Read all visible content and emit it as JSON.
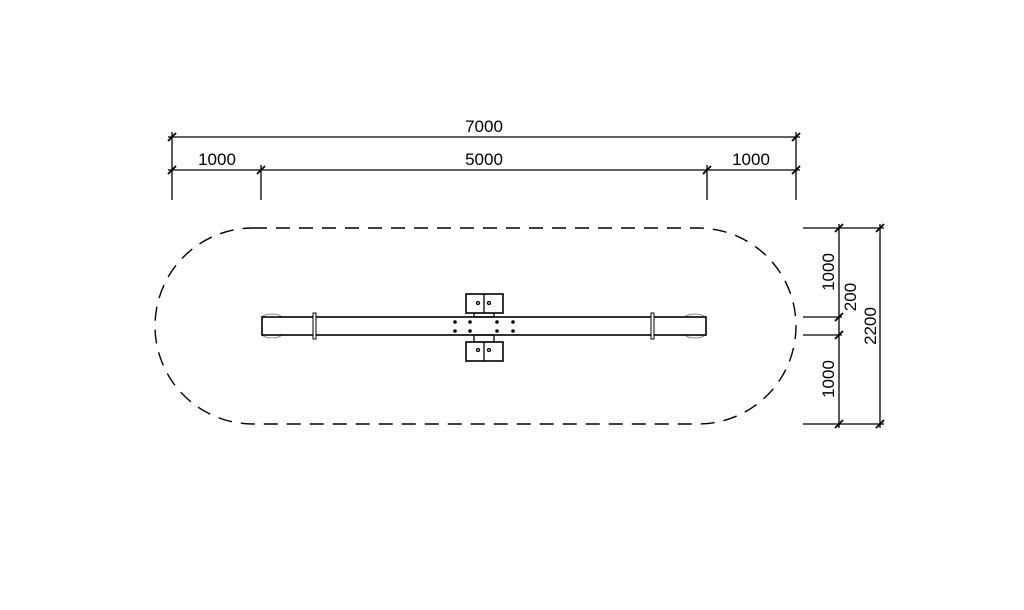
{
  "dimensions": {
    "overall_length": "7000",
    "left_clearance": "1000",
    "beam_length": "5000",
    "right_clearance": "1000",
    "top_clearance": "1000",
    "beam_width": "200",
    "bottom_clearance": "1000",
    "overall_width": "2200"
  },
  "colors": {
    "line": "#000000",
    "background": "#ffffff"
  }
}
